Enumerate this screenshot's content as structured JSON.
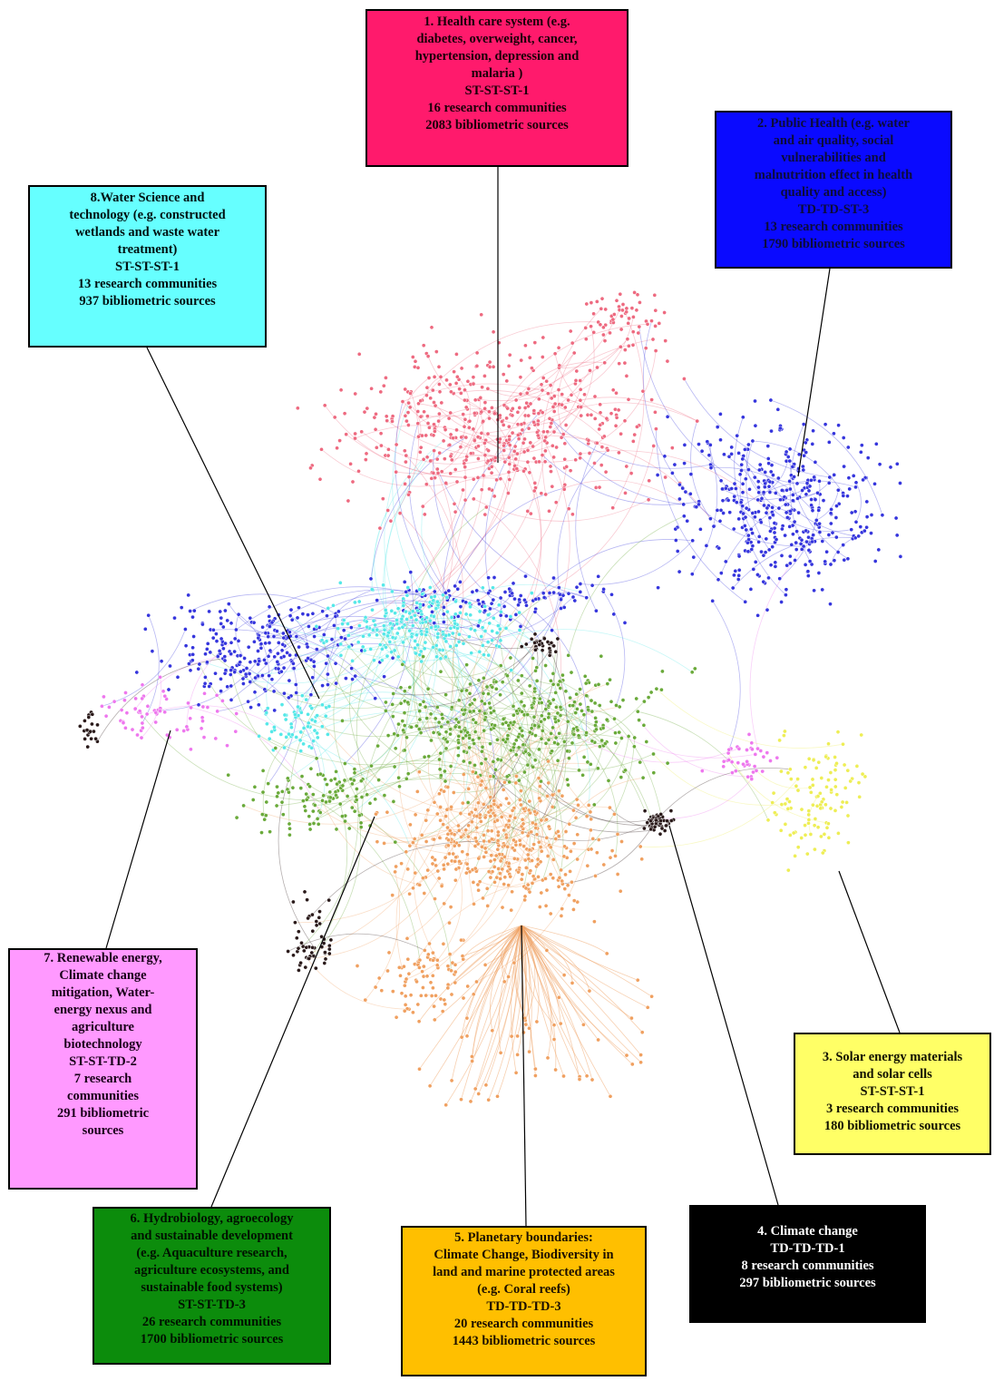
{
  "clusters": [
    {
      "id": "c1",
      "color": "#ff1a6c",
      "node_color": "#ee6a80",
      "lines": [
        "1. Health care system (e.g.",
        "diabetes, overweight, cancer,",
        "hypertension, depression and",
        "malaria )",
        "ST-ST-ST-1",
        "16 research communities",
        "2083 bibliometric sources"
      ]
    },
    {
      "id": "c2",
      "color": "#0a0aff",
      "node_color": "#3535dd",
      "lines": [
        "2. Public Health (e.g. water",
        "and air quality, social",
        "vulnerabilities and",
        "malnutrition effect in health",
        "quality and access)",
        "TD-TD-ST-3",
        "13 research communities",
        "1790 bibliometric sources"
      ]
    },
    {
      "id": "c3",
      "color": "#ffff66",
      "node_color": "#eeee55",
      "lines": [
        "3. Solar energy materials",
        "and solar cells",
        "ST-ST-ST-1",
        "3 research communities",
        "180 bibliometric sources"
      ]
    },
    {
      "id": "c4",
      "color": "#000000",
      "node_color": "#2a1a1a",
      "lines": [
        "4. Climate change",
        "TD-TD-TD-1",
        "8 research communities",
        "297 bibliometric sources"
      ]
    },
    {
      "id": "c5",
      "color": "#ffbf00",
      "node_color": "#f0a060",
      "lines": [
        "5. Planetary boundaries:",
        "Climate Change, Biodiversity in",
        "land and marine protected areas",
        "(e.g. Coral reefs)",
        "TD-TD-TD-3",
        "20 research communities",
        "1443 bibliometric sources"
      ]
    },
    {
      "id": "c6",
      "color": "#0c8c0c",
      "node_color": "#6aaa3a",
      "lines": [
        "6. Hydrobiology, agroecology",
        "and sustainable development",
        "(e.g. Aquaculture research,",
        "agriculture ecosystems, and",
        "sustainable food systems)",
        "ST-ST-TD-3",
        "26 research communities",
        "1700 bibliometric sources"
      ]
    },
    {
      "id": "c7",
      "color": "#ff99ff",
      "node_color": "#ee77ee",
      "lines": [
        "7. Renewable energy,",
        "Climate change",
        "mitigation, Water-",
        "energy nexus and",
        "agriculture",
        "biotechnology",
        "ST-ST-TD-2",
        "7 research",
        "communities",
        "291 bibliometric",
        "sources"
      ]
    },
    {
      "id": "c8",
      "color": "#66ffff",
      "node_color": "#55e8e8",
      "lines": [
        "8.Water Science and",
        "technology (e.g. constructed",
        "wetlands and waste water",
        "treatment)",
        "ST-ST-ST-1",
        "13 research communities",
        "937 bibliometric sources"
      ]
    }
  ]
}
